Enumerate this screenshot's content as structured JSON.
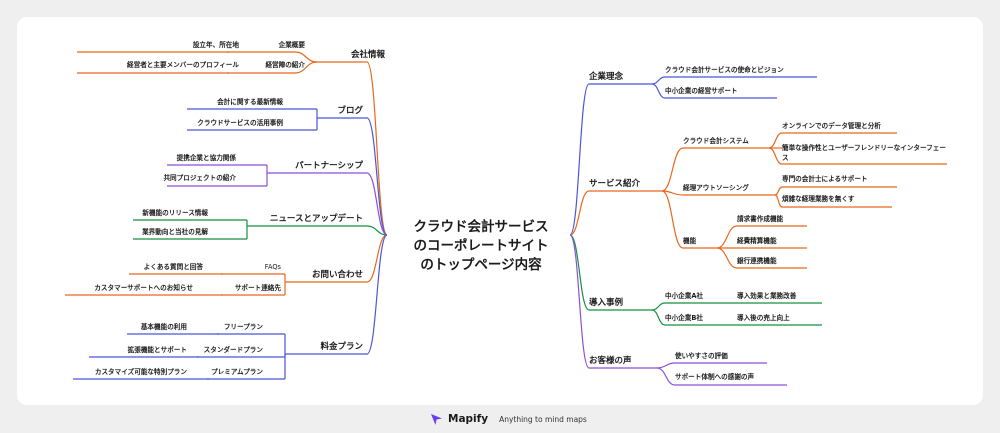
{
  "root": {
    "lines": [
      "クラウド会計サービス",
      "のコーポレートサイト",
      "のトップページ内容"
    ]
  },
  "branches": [
    {
      "id": "company",
      "label": "会社情報",
      "color": "#e8671e",
      "children": [
        {
          "label": "企業概要",
          "children": [
            {
              "label": "設立年、所在地"
            }
          ]
        },
        {
          "label": "経営陣の紹介",
          "children": [
            {
              "label": "経営者と主要メンバーのプロフィール"
            }
          ]
        }
      ]
    },
    {
      "id": "blog",
      "label": "ブログ",
      "color": "#4a55d8",
      "children": [
        {
          "label": "会計に関する最新情報"
        },
        {
          "label": "クラウドサービスの活用事例"
        }
      ]
    },
    {
      "id": "partner",
      "label": "パートナーシップ",
      "color": "#8a4fd8",
      "children": [
        {
          "label": "提携企業と協力関係"
        },
        {
          "label": "共同プロジェクトの紹介"
        }
      ]
    },
    {
      "id": "news",
      "label": "ニュースとアップデート",
      "color": "#14923f",
      "children": [
        {
          "label": "新機能のリリース情報"
        },
        {
          "label": "業界動向と当社の見解"
        }
      ]
    },
    {
      "id": "contact",
      "label": "お問い合わせ",
      "color": "#e8671e",
      "children": [
        {
          "label": "FAQs",
          "children": [
            {
              "label": "よくある質問と回答"
            }
          ]
        },
        {
          "label": "サポート連絡先",
          "children": [
            {
              "label": "カスタマーサポートへのお知らせ"
            }
          ]
        }
      ]
    },
    {
      "id": "pricing",
      "label": "料金プラン",
      "color": "#4a55d8",
      "children": [
        {
          "label": "フリープラン",
          "children": [
            {
              "label": "基本機能の利用"
            }
          ]
        },
        {
          "label": "スタンダードプラン",
          "children": [
            {
              "label": "拡張機能とサポート"
            }
          ]
        },
        {
          "label": "プレミアムプラン",
          "children": [
            {
              "label": "カスタマイズ可能な特別プラン"
            }
          ]
        }
      ]
    },
    {
      "id": "philosophy",
      "label": "企業理念",
      "color": "#4a55d8",
      "children": [
        {
          "label": "クラウド会計サービスの使命とビジョン"
        },
        {
          "label": "中小企業の経営サポート"
        }
      ]
    },
    {
      "id": "service",
      "label": "サービス紹介",
      "color": "#e8671e",
      "children": [
        {
          "label": "クラウド会計システム",
          "children": [
            {
              "label": "オンラインでのデータ管理と分析"
            },
            {
              "label": "簡単な操作性とユーザーフレンドリーなインターフェース"
            }
          ]
        },
        {
          "label": "経理アウトソーシング",
          "children": [
            {
              "label": "専門の会計士によるサポート"
            },
            {
              "label": "煩雑な経理業務を無くす"
            }
          ]
        },
        {
          "label": "機能",
          "children": [
            {
              "label": "請求書作成機能"
            },
            {
              "label": "経費精算機能"
            },
            {
              "label": "銀行連携機能"
            }
          ]
        }
      ]
    },
    {
      "id": "cases",
      "label": "導入事例",
      "color": "#14923f",
      "children": [
        {
          "label": "中小企業A社",
          "children": [
            {
              "label": "導入効果と業務改善"
            }
          ]
        },
        {
          "label": "中小企業B社",
          "children": [
            {
              "label": "導入後の売上向上"
            }
          ]
        }
      ]
    },
    {
      "id": "voices",
      "label": "お客様の声",
      "color": "#8a4fd8",
      "children": [
        {
          "label": "使いやすさの評価"
        },
        {
          "label": "サポート体制への感謝の声"
        }
      ]
    }
  ],
  "footer": {
    "brand": "Mapify",
    "tagline": "Anything to mind maps",
    "logo_icon": "mapify-logo-icon"
  }
}
